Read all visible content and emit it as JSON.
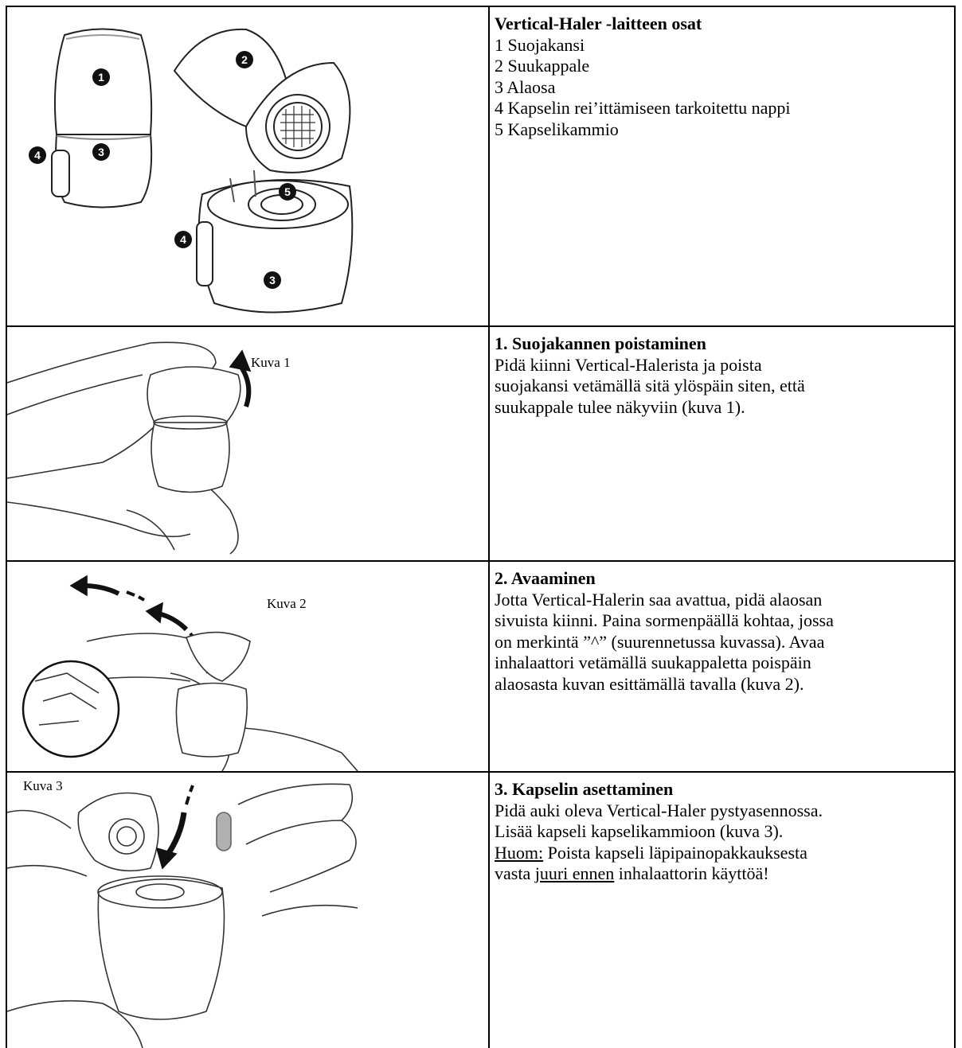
{
  "rows": [
    {
      "heading": "Vertical-Haler -laitteen osat",
      "lines": [
        "1 Suojakansi",
        "2 Suukappale",
        "3 Alaosa",
        "4 Kapselin rei’ittämiseen tarkoitettu nappi",
        "5 Kapselikammio"
      ],
      "markers": [
        "1",
        "2",
        "3",
        "4",
        "5"
      ]
    },
    {
      "figure_label": "Kuva 1",
      "heading": "1. Suojakannen poistaminen",
      "lines": [
        "Pidä kiinni Vertical-Halerista ja poista",
        "suojakansi vetämällä sitä ylöspäin siten, että",
        "suukappale tulee näkyviin (kuva 1)."
      ]
    },
    {
      "figure_label": "Kuva 2",
      "heading": "2. Avaaminen",
      "lines": [
        "Jotta Vertical-Halerin saa avattua, pidä alaosan",
        "sivuista kiinni. Paina sormenpäällä kohtaa, jossa",
        "on merkintä ”^” (suurennetussa kuvassa). Avaa",
        "inhalaattori vetämällä suukappaletta poispäin",
        "alaosasta kuvan esittämällä tavalla (kuva 2)."
      ]
    },
    {
      "figure_label": "Kuva 3",
      "heading": "3. Kapselin asettaminen",
      "lines": [
        "Pidä auki oleva Vertical-Haler pystyasennossa.",
        "Lisää kapseli kapselikammioon (kuva 3)."
      ],
      "note_label": "Huom:",
      "note_text": " Poista kapseli läpipainopakkauksesta",
      "last_prefix": "vasta ",
      "last_underlined": "juuri ennen",
      "last_suffix": " inhalaattorin käyttöä!"
    }
  ]
}
